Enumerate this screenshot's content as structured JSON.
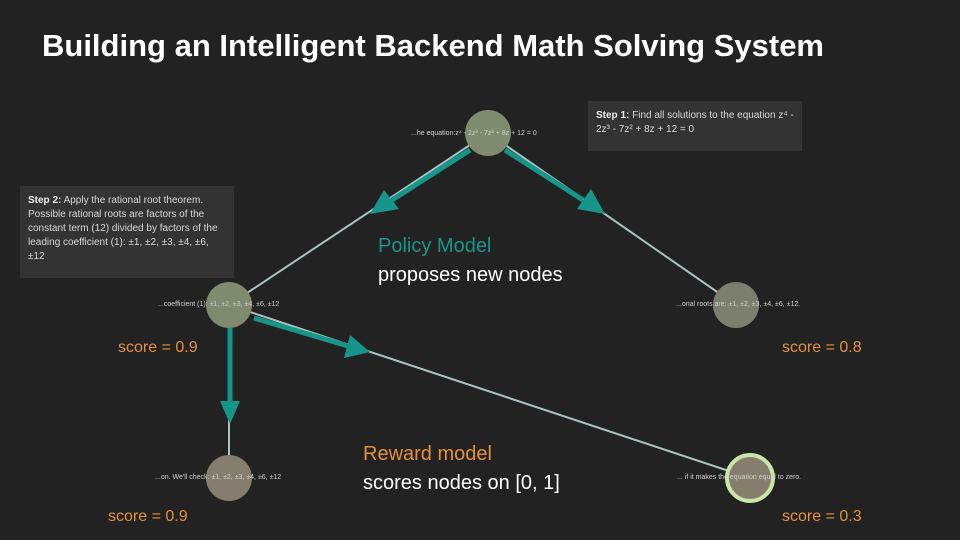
{
  "title": "Building an Intelligent Backend Math Solving System",
  "step1": {
    "heading": "Step 1:",
    "text": "Find all solutions to the equation z⁴ - 2z³ - 7z² + 8z + 12 = 0"
  },
  "step2": {
    "heading": "Step 2:",
    "text": "Apply the rational root theorem. Possible rational roots are factors of the constant term (12) divided by factors of the leading coefficient (1): ±1, ±2, ±3, ±4, ±6, ±12"
  },
  "nodes": {
    "root": "...he equation:z⁴ - 2z³ - 7z² + 8z + 12 = 0",
    "left": "...coefficient (1): ±1, ±2, ±3, ±4, ±6, ±12",
    "right": "...onal roots are: ±1, ±2, ±3, ±4, ±6, ±12.",
    "bottom_left": "...on. We'll check: ±1, ±2, ±3, ±4, ±6, ±12",
    "bottom_right": "... if it makes the equation equal to zero."
  },
  "policy": {
    "title": "Policy Model",
    "subtitle": "proposes new nodes"
  },
  "reward": {
    "title": "Reward model",
    "subtitle": "scores nodes on [0, 1]"
  },
  "scores": {
    "left": "score = 0.9",
    "right": "score = 0.8",
    "bottom_left": "score = 0.9",
    "bottom_right": "score = 0.3"
  },
  "colors": {
    "edge": "#a7c4c1",
    "arrow": "#16958a",
    "node": "#7f8a6f",
    "node_leaf": "#857d6e",
    "highlight_ring": "#c8e6a8"
  }
}
